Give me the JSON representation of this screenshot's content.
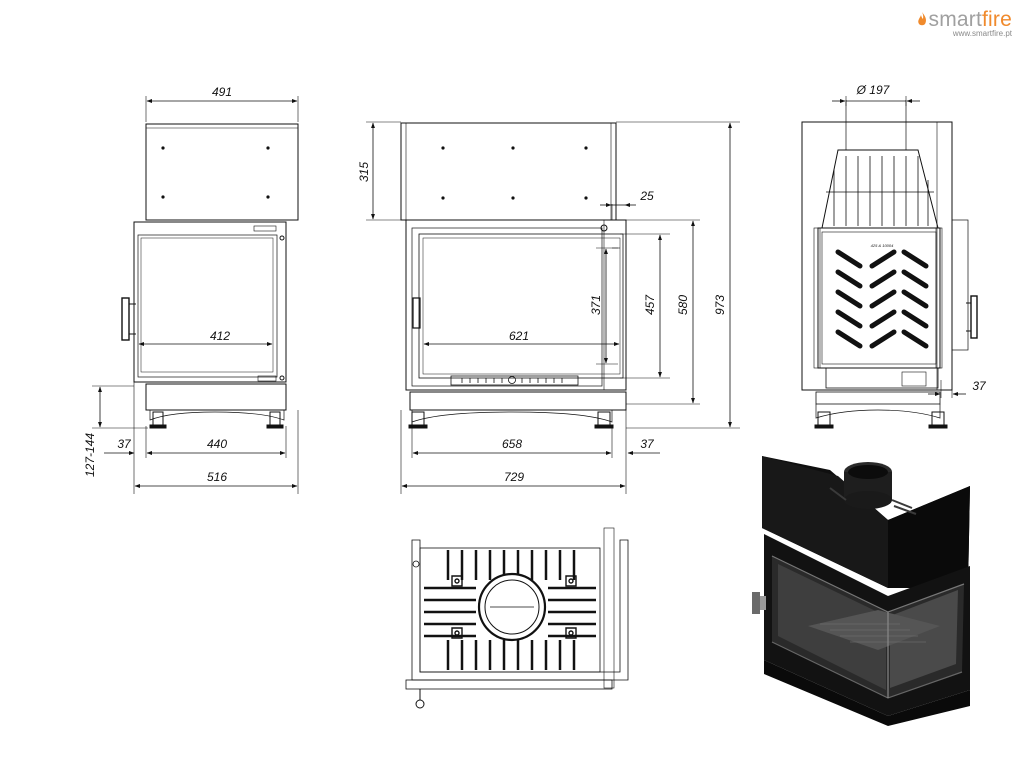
{
  "brand": {
    "name_prefix": "smart",
    "name_suffix": "fire",
    "url": "www.smartfire.pt",
    "colors": {
      "accent": "#f08a2c",
      "gray": "#a0a0a0"
    }
  },
  "dimensions": {
    "side_top_width": "491",
    "side_glass_width": "412",
    "side_base_width": "440",
    "side_overall_width": "516",
    "side_offset": "37",
    "leg_height": "127-144",
    "front_top_height": "315",
    "front_glass_width": "621",
    "front_glass_height": "371",
    "front_opening_height": "457",
    "front_body_height": "580",
    "front_overall_height": "973",
    "front_frame_offset": "25",
    "front_base_width": "658",
    "front_overall_width": "729",
    "front_offset": "37",
    "flue_diameter": "Ø 197",
    "back_offset": "37"
  },
  "plate_label": "425 & 10004"
}
